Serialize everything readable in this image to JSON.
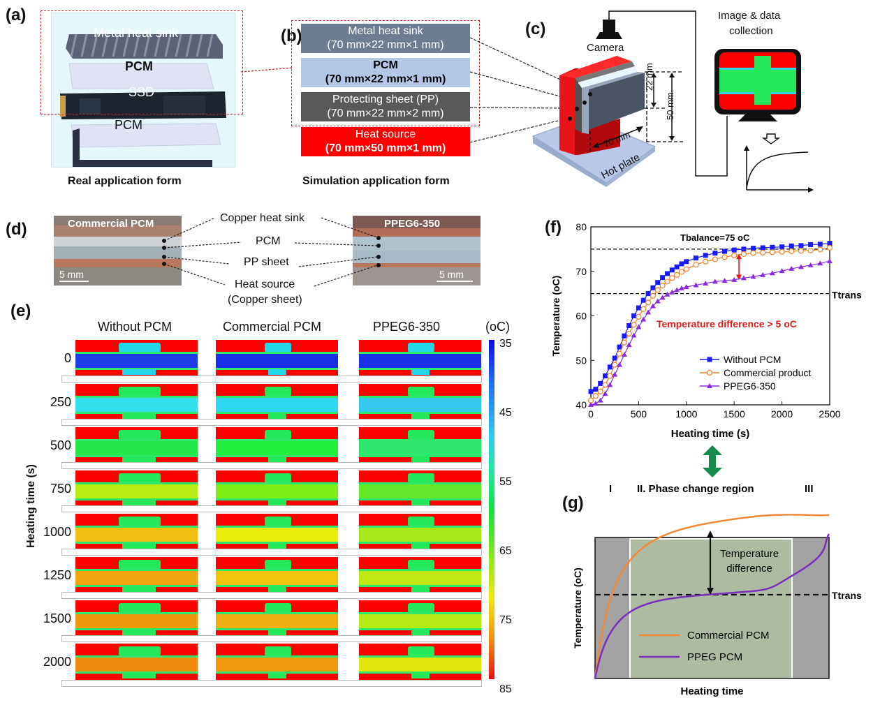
{
  "figure": {
    "panel_labels": [
      "(a)",
      "(b)",
      "(c)",
      "(d)",
      "(e)",
      "(f)",
      "(g)"
    ]
  },
  "panel_a": {
    "caption": "Real application form",
    "layers": [
      "Metal heat sink",
      "PCM",
      "SSD",
      "PCM"
    ]
  },
  "panel_b": {
    "caption": "Simulation application form",
    "boxes": [
      {
        "title": "Metal heat sink",
        "dims": "(70 mm×22 mm×1 mm)",
        "color": "#6e7c91"
      },
      {
        "title": "PCM",
        "dims": "(70 mm×22 mm×1 mm)",
        "color": "#b4c8e6"
      },
      {
        "title": "Protecting sheet (PP)",
        "dims": "(70 mm×22 mm×2 mm)",
        "color": "#595959"
      },
      {
        "title": "Heat source",
        "dims": "(70 mm×50 mm×1 mm)",
        "color": "#ff0000"
      }
    ]
  },
  "panel_c": {
    "camera_label": "Camera",
    "collection_label_1": "Image & data",
    "collection_label_2": "collection",
    "dim_22": "22 mm",
    "dim_50": "50 mm",
    "dim_70": "70 mm",
    "hot_plate": "Hot plate"
  },
  "panel_d": {
    "left_photo_label": "Commercial PCM",
    "right_photo_label": "PPEG6-350",
    "scale_left": "5 mm",
    "scale_right": "5 mm",
    "labels": [
      "Copper heat sink",
      "PCM",
      "PP sheet",
      "Heat source",
      "(Copper sheet)"
    ]
  },
  "panel_e": {
    "columns": [
      "Without PCM",
      "Commercial PCM",
      "PPEG6-350"
    ],
    "ylabel": "Heating time (s)",
    "rows": [
      "0",
      "250",
      "500",
      "750",
      "1000",
      "1250",
      "1500",
      "2000"
    ],
    "colorbar_unit": "(oC)",
    "colorbar_ticks": [
      "35",
      "45",
      "55",
      "65",
      "75",
      "85"
    ],
    "band_colors": {
      "Without PCM": [
        "#1f3ee8",
        "#33e0ee",
        "#22e84a",
        "#b8ec12",
        "#f2c010",
        "#f0a50e",
        "#f0980c",
        "#f08a0c"
      ],
      "Commercial PCM": [
        "#1a2ee6",
        "#2fd8f2",
        "#1ef03c",
        "#7ef018",
        "#e8ee0a",
        "#f2c40c",
        "#f0ae10",
        "#f09a0e"
      ],
      "PPEG6-350": [
        "#1a30e6",
        "#33c8f0",
        "#2ee86b",
        "#66e82a",
        "#a8e81a",
        "#c0e814",
        "#b8ea18",
        "#e2e60c"
      ]
    }
  },
  "chart_data": [
    {
      "type": "scatter",
      "panel": "(f)",
      "xlabel": "Heating time (s)",
      "ylabel": "Temperature (oC)",
      "xlim": [
        0,
        2500
      ],
      "ylim": [
        40,
        80
      ],
      "xticks": [
        "0",
        "500",
        "1000",
        "1500",
        "2000",
        "2500"
      ],
      "yticks": [
        "40",
        "50",
        "60",
        "70",
        "80"
      ],
      "legend_position": "lower-right",
      "annotations": {
        "t_balance": "Tbalance=75 oC",
        "t_balance_value": 75,
        "t_trans": "Ttrans",
        "t_trans_value": 65,
        "difference": "Temperature difference > 5 oC",
        "difference_arrow_x": 1550,
        "difference_arrow_y": [
          68,
          74
        ]
      },
      "series": [
        {
          "name": "Without PCM",
          "color": "#1a1aff",
          "marker": "square",
          "x": [
            0,
            50,
            100,
            150,
            200,
            250,
            300,
            350,
            400,
            450,
            500,
            550,
            600,
            650,
            700,
            750,
            800,
            850,
            900,
            950,
            1000,
            1100,
            1200,
            1300,
            1400,
            1500,
            1600,
            1700,
            1800,
            1900,
            2000,
            2100,
            2200,
            2300,
            2400,
            2500
          ],
          "y": [
            43,
            43.5,
            44.8,
            46.5,
            48.5,
            50.5,
            53,
            55.5,
            57.8,
            60,
            61.8,
            63.5,
            65,
            66.3,
            67.5,
            68.6,
            69.5,
            70.3,
            71,
            71.7,
            72.2,
            73,
            73.6,
            74.1,
            74.5,
            74.8,
            75,
            75.2,
            75.3,
            75.4,
            75.5,
            75.7,
            75.8,
            76,
            76.1,
            76.3
          ]
        },
        {
          "name": "Commercial product",
          "color": "#f08020",
          "marker": "open-circle",
          "x": [
            0,
            50,
            100,
            150,
            200,
            250,
            300,
            350,
            400,
            450,
            500,
            550,
            600,
            650,
            700,
            750,
            800,
            850,
            900,
            950,
            1000,
            1100,
            1200,
            1300,
            1400,
            1500,
            1600,
            1700,
            1800,
            1900,
            2000,
            2100,
            2200,
            2300,
            2400,
            2500
          ],
          "y": [
            41,
            42,
            43,
            44.5,
            46.5,
            49,
            51.5,
            54,
            56,
            58,
            59.8,
            61.5,
            63,
            64.5,
            65.8,
            66.8,
            67.7,
            68.5,
            69.2,
            69.9,
            70.5,
            71.5,
            72.2,
            72.7,
            73.2,
            73.6,
            73.9,
            74.1,
            74.2,
            74.3,
            74.4,
            74.5,
            74.6,
            74.7,
            74.9,
            75.3
          ]
        },
        {
          "name": "PPEG6-350",
          "color": "#8a2be2",
          "marker": "triangle",
          "x": [
            0,
            50,
            100,
            150,
            200,
            250,
            300,
            350,
            400,
            450,
            500,
            550,
            600,
            650,
            700,
            750,
            800,
            850,
            900,
            950,
            1000,
            1100,
            1200,
            1300,
            1400,
            1500,
            1600,
            1700,
            1800,
            1900,
            2000,
            2100,
            2200,
            2300,
            2400,
            2500
          ],
          "y": [
            40,
            40.3,
            41,
            42.5,
            44.5,
            46.8,
            49,
            51.3,
            53.5,
            55.6,
            57.5,
            59.2,
            60.8,
            62.2,
            63.3,
            64.1,
            64.8,
            65.3,
            65.8,
            66.2,
            66.5,
            66.9,
            67.3,
            67.7,
            67.9,
            68.1,
            68.5,
            68.8,
            69.2,
            69.6,
            70.1,
            70.6,
            71,
            71.4,
            71.8,
            72.3
          ]
        }
      ]
    },
    {
      "type": "line",
      "panel": "(g)",
      "xlabel": "Heating time",
      "ylabel": "Temperature (oC)",
      "regions": [
        "I",
        "II. Phase change region",
        "III"
      ],
      "t_trans": "Ttrans",
      "difference_label_1": "Temperature",
      "difference_label_2": "difference",
      "legend_position": "lower-center",
      "series": [
        {
          "name": "Commercial PCM",
          "color": "#f08a38"
        },
        {
          "name": "PPEG PCM",
          "color": "#7a2fb8"
        }
      ]
    }
  ]
}
